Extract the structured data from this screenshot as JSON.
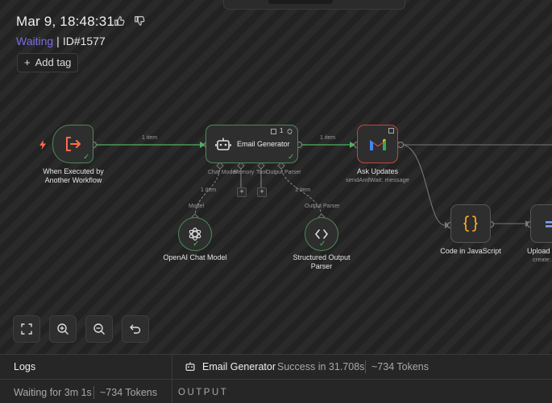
{
  "execution": {
    "timestamp": "Mar 9, 18:48:31",
    "status": "Waiting",
    "id": "ID#1577",
    "add_tag_label": "Add tag"
  },
  "nodes": {
    "trigger": {
      "label": "When Executed by Another Workflow"
    },
    "email_generator": {
      "label": "Email Generator",
      "count": "1",
      "ports": [
        "Chat Model",
        "Memory",
        "Tool",
        "Output Parser"
      ]
    },
    "ask_updates": {
      "label": "Ask Updates",
      "subtitle": "sendAndWait: message"
    },
    "openai": {
      "label": "OpenAI Chat Model",
      "port_label": "Model"
    },
    "structured_parser": {
      "label": "Structured Output Parser",
      "port_label": "Output Parser"
    },
    "code_js": {
      "label": "Code in JavaScript"
    },
    "upload": {
      "label": "Upload",
      "subtitle": "create:"
    }
  },
  "edges": {
    "trigger_to_generator": "1 item",
    "generator_to_ask": "1 item",
    "model_to_generator": "1 item",
    "parser_to_generator": "1 item"
  },
  "logs": {
    "title": "Logs",
    "waiting": "Waiting for 3m 1s",
    "tokens": "~734 Tokens",
    "node_name": "Email Generator",
    "success": "Success in 31.708s",
    "node_tokens": "~734 Tokens",
    "output_label": "OUTPUT"
  },
  "colors": {
    "accent_waiting": "#7a6ee8",
    "success_green": "#4fb060",
    "trigger_orange": "#ff6b4a",
    "gmail_red": "#ea4335",
    "code_orange": "#f5a623",
    "upload_blue": "#7aa7ff"
  },
  "icons": [
    "thumbs-up-icon",
    "thumbs-down-icon",
    "plus-icon",
    "lightning-icon",
    "workflow-enter-icon",
    "robot-icon",
    "gmail-icon",
    "openai-icon",
    "code-brackets-icon",
    "curly-braces-icon",
    "fit-view-icon",
    "zoom-in-icon",
    "zoom-out-icon",
    "undo-icon"
  ]
}
